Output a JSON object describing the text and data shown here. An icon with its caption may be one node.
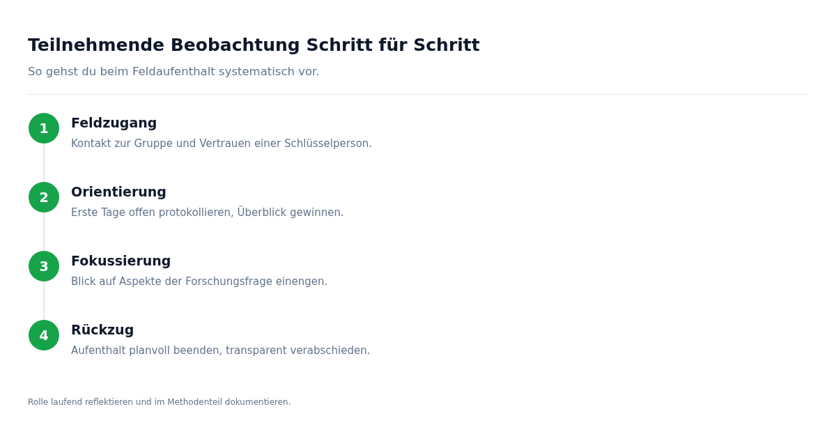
{
  "diagram": {
    "title": "Teilnehmende Beobachtung Schritt für Schritt",
    "nodes": [
      {
        "text": [
          "1"
        ],
        "beside": [
          "Feldzugang",
          "Kontakt zur Gruppe und Vertrauen einer Schlüsselperson."
        ]
      },
      {
        "text": [
          "2"
        ],
        "beside": [
          "Orientierung",
          "Erste Tage offen protokollieren, Überblick gewinnen."
        ]
      },
      {
        "text": [
          "3"
        ],
        "beside": [
          "Fokussierung",
          "Blick auf Aspekte der Forschungsfrage einengen."
        ]
      },
      {
        "text": [
          "4"
        ],
        "beside": [
          "Rückzug",
          "Aufenthalt planvoll beenden, transparent verabschieden."
        ]
      }
    ],
    "edges": [
      {
        "from": 0,
        "to": 1,
        "arrow": "none"
      },
      {
        "from": 1,
        "to": 2,
        "arrow": "none"
      },
      {
        "from": 2,
        "to": 3,
        "arrow": "none"
      }
    ],
    "labels": [
      "So gehst du beim Feldaufenthalt systematisch vor.",
      "Rolle laufend reflektieren und im Methodenteil dokumentieren."
    ]
  }
}
